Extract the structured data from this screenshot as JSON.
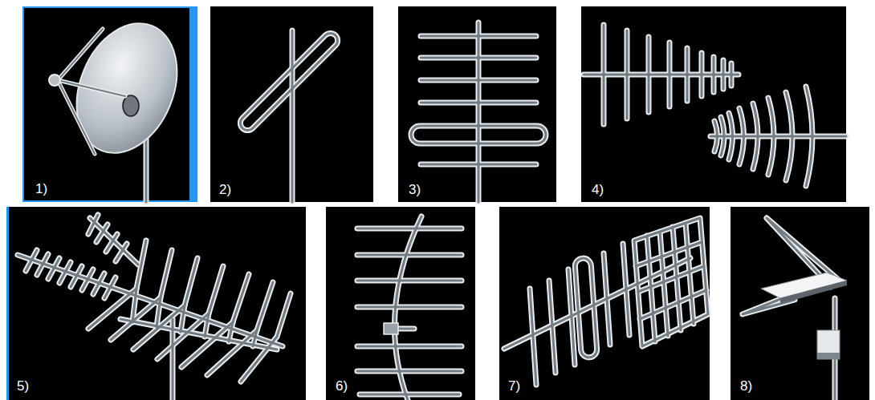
{
  "diagram": {
    "nodes": [
      {
        "text": [
          "1)"
        ]
      },
      {
        "text": [
          "2)"
        ]
      },
      {
        "text": [
          "3)"
        ]
      },
      {
        "text": [
          "4)"
        ]
      },
      {
        "text": [
          "5)"
        ]
      },
      {
        "text": [
          "6)"
        ]
      },
      {
        "text": [
          "7)"
        ]
      },
      {
        "text": [
          "8)"
        ]
      }
    ]
  }
}
